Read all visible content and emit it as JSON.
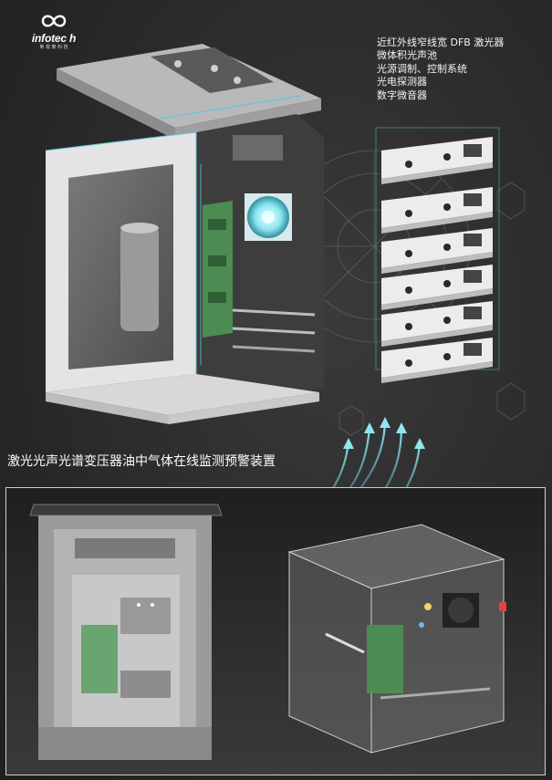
{
  "logo": {
    "name": "infotec h",
    "subtitle": "英 視 泰 科 技"
  },
  "features": [
    "近红外线窄线宽 DFB 激光器",
    "微体积光声池",
    "光源调制、控制系统",
    "光电探测器",
    "数字微音器"
  ],
  "caption": "激光光声光谱变压器油中气体在线监测预警装置",
  "colors": {
    "background": "#2b2b2b",
    "accent_cyan": "#5fc8d6",
    "frame_white": "#e8e8e8",
    "pcb_green": "#4c8c52"
  }
}
